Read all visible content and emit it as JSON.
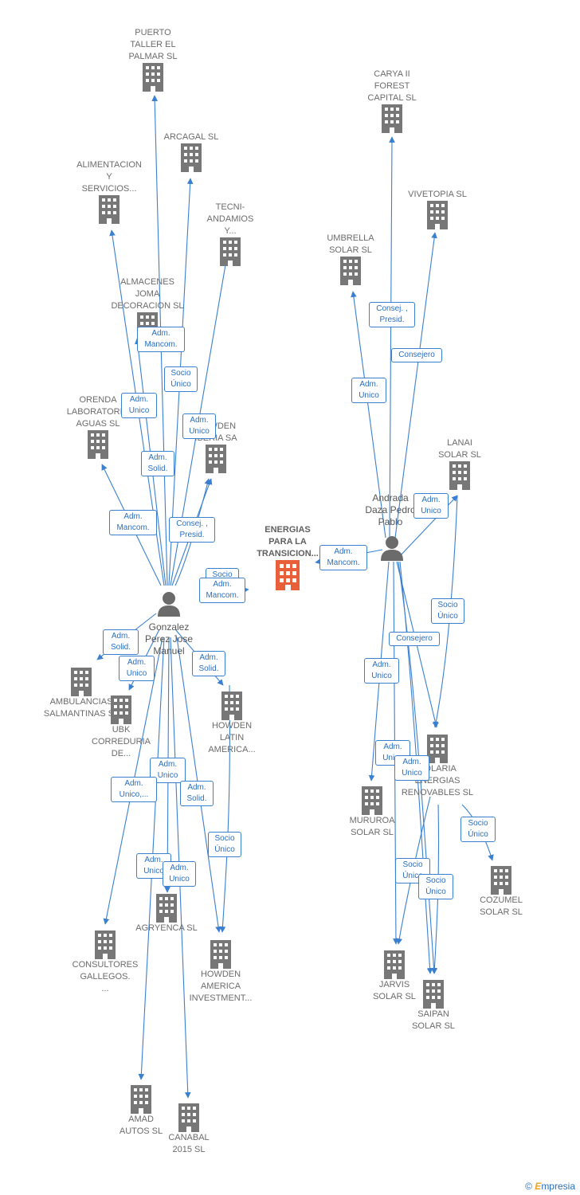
{
  "colors": {
    "edge": "#3a80d0",
    "building": "#777777",
    "center": "#e8603a",
    "person": "#6b6b6b"
  },
  "center": {
    "label": "ENERGIAS\nPARA LA\nTRANSICION..."
  },
  "persons": [
    {
      "id": "gonzalez",
      "label": "Gonzalez\nPerez Jose\nManuel"
    },
    {
      "id": "andrada",
      "label": "Andrada\nDaza Pedro\nPablo"
    }
  ],
  "companies": [
    {
      "id": "puerto",
      "label": "PUERTO\nTALLER EL\nPALMAR  SL"
    },
    {
      "id": "arcagal",
      "label": "ARCAGAL SL"
    },
    {
      "id": "alimentacion",
      "label": "ALIMENTACION\nY\nSERVICIOS..."
    },
    {
      "id": "tecni",
      "label": "TECNI-\nANDAMIOS\nY..."
    },
    {
      "id": "almacenes",
      "label": "ALMACENES\nJOMA\nDECORACION SL"
    },
    {
      "id": "orenda",
      "label": "ORENDA\nLABORATORIO\nAGUAS  SL"
    },
    {
      "id": "howden_sa",
      "label": "HOWDEN\nIBERIA SA"
    },
    {
      "id": "ambulancias",
      "label": "AMBULANCIAS\nSALMANTINAS SL"
    },
    {
      "id": "ubk",
      "label": "UBK\nCORREDURIA\nDE..."
    },
    {
      "id": "howden_latin",
      "label": "HOWDEN\nLATIN\nAMERICA..."
    },
    {
      "id": "agryenca",
      "label": "AGRYENCA SL"
    },
    {
      "id": "consultores",
      "label": "CONSULTORES\nGALLEGOS.\n..."
    },
    {
      "id": "howden_america",
      "label": "HOWDEN\nAMERICA\nINVESTMENT..."
    },
    {
      "id": "amad",
      "label": "AMAD\nAUTOS  SL"
    },
    {
      "id": "canabal",
      "label": "CANABAL\n2015  SL"
    },
    {
      "id": "carya",
      "label": "CARYA II\nFOREST\nCAPITAL SL"
    },
    {
      "id": "vivetopia",
      "label": "VIVETOPIA  SL"
    },
    {
      "id": "umbrella",
      "label": "UMBRELLA\nSOLAR SL"
    },
    {
      "id": "lanai",
      "label": "LANAI\nSOLAR  SL"
    },
    {
      "id": "solaria",
      "label": "SOLARIA\nENERGIAS\nRENOVABLES SL"
    },
    {
      "id": "mururoa",
      "label": "MURUROA\nSOLAR  SL"
    },
    {
      "id": "cozumel",
      "label": "COZUMEL\nSOLAR  SL"
    },
    {
      "id": "jarvis",
      "label": "JARVIS\nSOLAR  SL"
    },
    {
      "id": "saipan",
      "label": "SAIPAN\nSOLAR  SL"
    }
  ],
  "roles": [
    "Adm.\nMancom.",
    "Socio\nÚnico",
    "Adm.\nUnico",
    "Adm.\nUnico",
    "Adm.\nSolid.",
    "Adm.\nMancom.",
    "Consej. ,\nPresid.",
    "Socio\nÚnico",
    "Adm.\nMancom.",
    "Adm.\nSolid.",
    "Adm.\nUnico",
    "Adm.\nSolid.",
    "Adm.\nUnico",
    "Adm.\nUnico,...",
    "Adm.\nSolid.",
    "Socio\nÚnico",
    "Adm.\nUnico",
    "Adm.\nUnico",
    "Adm.\nMancom.",
    "Consej. ,\nPresid.",
    "Consejero",
    "Adm.\nUnico",
    "Adm.\nUnico",
    "Socio\nÚnico",
    "Consejero",
    "Adm.\nUnico",
    "Adm.\nUnico",
    "Adm.\nUnico",
    "Socio\nÚnico",
    "Socio\nÚnico",
    "Socio\nÚnico"
  ],
  "footer": {
    "copyright": "©",
    "brand_initial": "E",
    "brand_rest": "mpresia"
  }
}
